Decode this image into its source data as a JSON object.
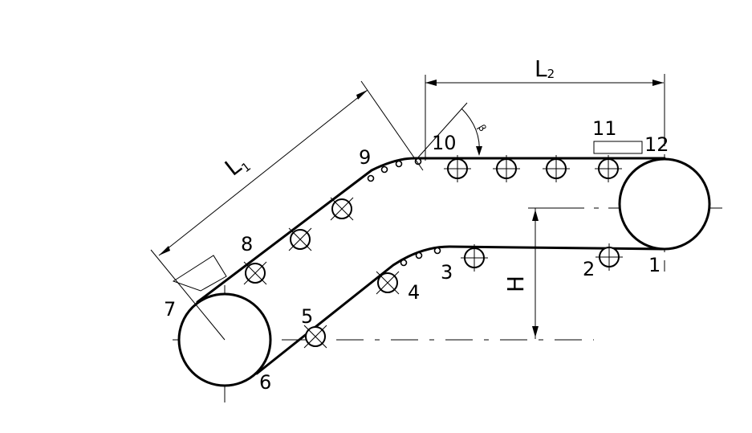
{
  "diagram": {
    "labels": {
      "n1": "1",
      "n2": "2",
      "n3": "3",
      "n4": "4",
      "n5": "5",
      "n6": "6",
      "n7": "7",
      "n8": "8",
      "n9": "9",
      "n10": "10",
      "n11": "11",
      "n12": "12"
    },
    "dimensions": {
      "L1_main": "L",
      "L1_sub": "1",
      "L2_main": "L",
      "L2_sub": "2",
      "H": "H",
      "angle": "β"
    }
  }
}
